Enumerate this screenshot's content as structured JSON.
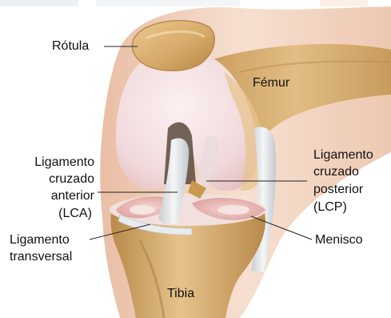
{
  "labels": {
    "rotula": "Rótula",
    "femur": "Fémur",
    "lca_line1": "Ligamento",
    "lca_line2": "cruzado",
    "lca_line3": "anterior",
    "lca_line4": "(LCA)",
    "lcp_line1": "Ligamento",
    "lcp_line2": "cruzado",
    "lcp_line3": "posterior",
    "lcp_line4": "(LCP)",
    "transversal_line1": "Ligamento",
    "transversal_line2": "transversal",
    "menisco": "Menisco",
    "tibia": "Tibia"
  },
  "colors": {
    "bone": "#d9b27a",
    "bone_shadow": "#b98a4a",
    "skin": "#f1cdb9",
    "cartilage": "#f6e4e6",
    "ligament": "#e9ecee",
    "meniscus": "#e9b7b5",
    "leader_line": "#222222"
  }
}
